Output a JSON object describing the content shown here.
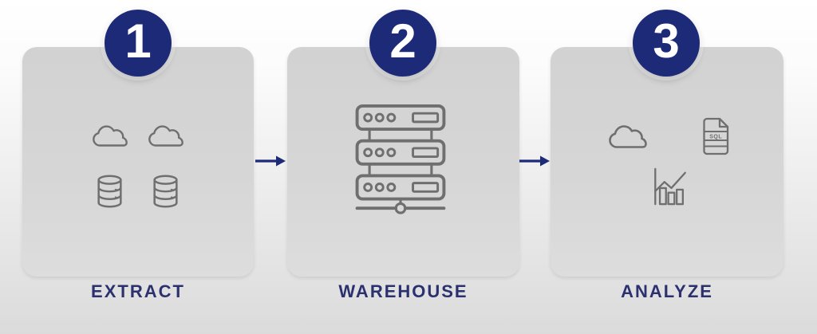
{
  "diagram": {
    "type": "process-flow",
    "steps": [
      {
        "number": "1",
        "label": "EXTRACT",
        "icons": [
          "cloud-icon",
          "cloud-icon",
          "database-icon",
          "database-icon"
        ]
      },
      {
        "number": "2",
        "label": "WAREHOUSE",
        "icons": [
          "server-rack-icon"
        ]
      },
      {
        "number": "3",
        "label": "ANALYZE",
        "icons": [
          "cloud-icon",
          "sql-file-icon",
          "bar-chart-icon"
        ],
        "file_label": "SQL"
      }
    ],
    "connectors": [
      "arrow-right",
      "arrow-right"
    ]
  },
  "colors": {
    "badge_navy": "#1d2a78",
    "label_navy": "#2b316f",
    "arrow_navy": "#1d2a78",
    "icon_gray": "#6f6f6f",
    "card_gray_top": "#d2d2d2",
    "card_gray_bottom": "#dddddd",
    "badge_number_white": "#ffffff"
  }
}
